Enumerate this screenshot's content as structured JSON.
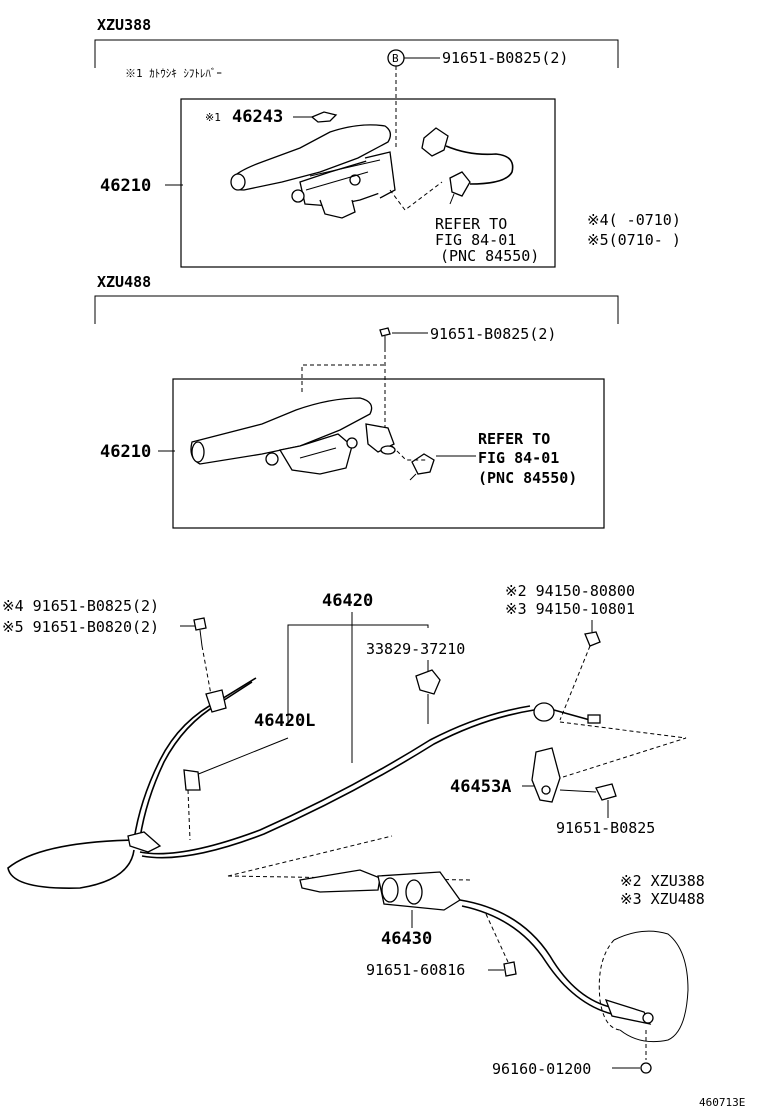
{
  "sections": {
    "top_model": "XZU388",
    "mid_model": "XZU488"
  },
  "notes": {
    "auto_shift": "※1 ｶﾄｳｼｷ ｼﾌﾄﾚﾊﾞｰ",
    "note4": "※4(     -0710)",
    "note5": "※5(0710-     )",
    "note2": "※2 XZU388",
    "note3": "※3 XZU488"
  },
  "labels": {
    "bolt_top": "91651-B0825(2)",
    "bolt_mid": "91651-B0825(2)",
    "lever_top": "46210",
    "lever_mid": "46210",
    "cover_top": "46243",
    "cover_top_prefix": "※1",
    "circle_b": "B",
    "refer_top": [
      "REFER TO",
      "FIG 84-01",
      "(PNC 84550)"
    ],
    "refer_mid": [
      "REFER TO",
      "FIG 84-01",
      "(PNC 84550)"
    ],
    "bolt4": "※4 91651-B0825(2)",
    "bolt5": "※5 91651-B0820(2)",
    "cable_main": "46420",
    "clip": "33829-37210",
    "cable_left": "46420L",
    "nut2": "※2 94150-80800",
    "nut3": "※3 94150-10801",
    "bracket": "46453A",
    "bolt_bracket": "91651-B0825",
    "cable_rear": "46430",
    "bolt_rear": "91651-60816",
    "clip_rear": "96160-01200",
    "figure_id": "460713E"
  }
}
